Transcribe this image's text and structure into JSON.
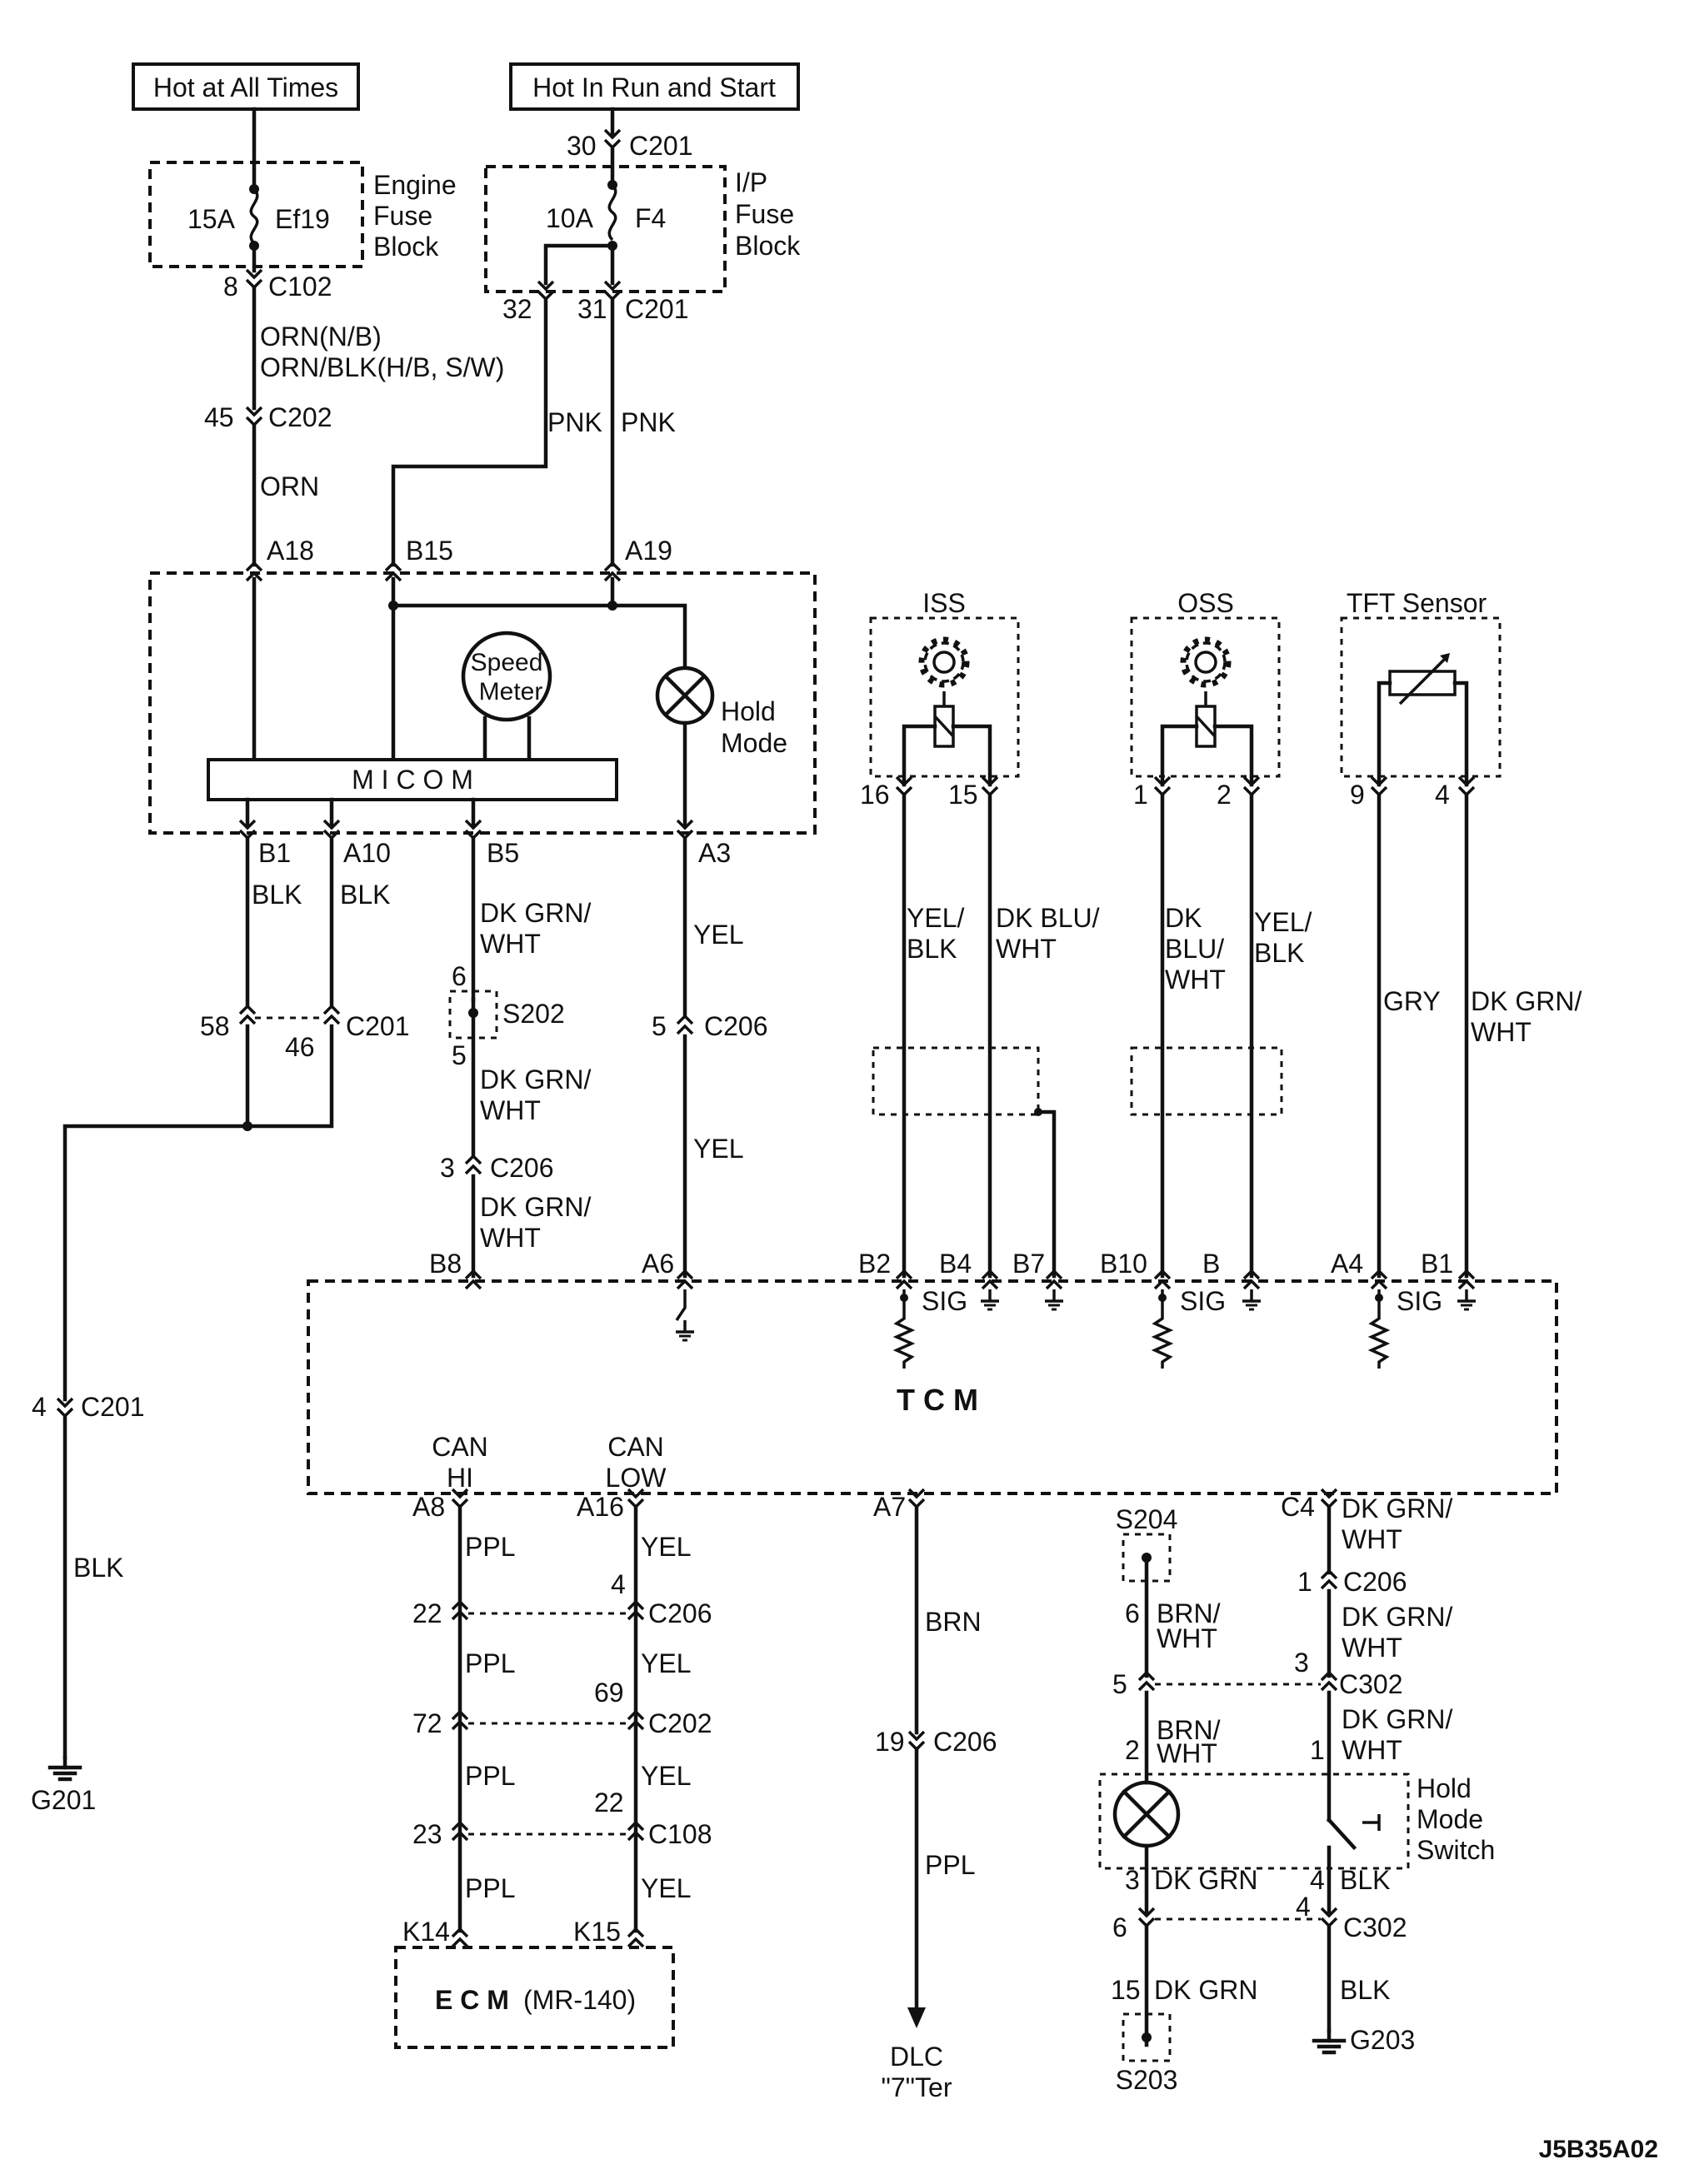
{
  "power": {
    "hot_at_all_times": "Hot at All Times",
    "hot_in_run_and_start": "Hot In Run and Start"
  },
  "fuses": {
    "engine": {
      "amps": "15A",
      "name": "Ef19",
      "block_l1": "Engine",
      "block_l2": "Fuse",
      "block_l3": "Block"
    },
    "ip": {
      "amps": "10A",
      "name": "F4",
      "block_l1": "I/P",
      "block_l2": "Fuse",
      "block_l3": "Block"
    }
  },
  "connectors": {
    "c201_30": "30",
    "c201": "C201",
    "c102_8": "8",
    "c102": "C102",
    "c201_32": "32",
    "c201_31": "31",
    "c202_45": "45",
    "c202": "C202",
    "c201_58": "58",
    "c201_46": "46",
    "c201_4": "4",
    "c206_5": "5",
    "c206": "C206",
    "c206_3": "3",
    "s202_top": "6",
    "s202_bot": "5",
    "c206_4": "4",
    "c206_22": "22",
    "c202_72": "72",
    "c202_69": "69",
    "c108_23": "23",
    "c108_22": "22",
    "c108": "C108",
    "c206_19": "19",
    "c206_1": "1",
    "c302": "C302",
    "c302_5": "5",
    "c302_3": "3",
    "c302_6": "6",
    "c302_4": "4",
    "s204_6": "6",
    "lamp_2": "2",
    "lamp_3": "3",
    "sw_1": "1",
    "sw_4": "4",
    "s203_15": "15"
  },
  "wires": {
    "orn_nb": "ORN(N/B)",
    "orn_blk": "ORN/BLK(H/B, S/W)",
    "orn": "ORN",
    "pnk": "PNK",
    "blk": "BLK",
    "dk_grn_1": "DK GRN/",
    "dk_grn_2": "WHT",
    "yel": "YEL",
    "yel_blk_1": "YEL/",
    "yel_blk_2": "BLK",
    "dk_blu_1": "DK BLU/",
    "dk_blu_2": "WHT",
    "dk_blu3_1": "DK",
    "dk_blu3_2": "BLU/",
    "dk_blu3_3": "WHT",
    "gry": "GRY",
    "ppl": "PPL",
    "brn": "BRN",
    "brn_wht_1": "BRN/",
    "brn_wht_2": "WHT",
    "dk_grn": "DK GRN"
  },
  "cluster": {
    "pin_a18": "A18",
    "pin_b15": "B15",
    "pin_a19": "A19",
    "pin_b1": "B1",
    "pin_a10": "A10",
    "pin_b5": "B5",
    "pin_a3": "A3",
    "micom": "M I C O M",
    "speed_1": "Speed",
    "speed_2": "Meter",
    "hold_1": "Hold",
    "hold_2": "Mode"
  },
  "sensors": {
    "iss": "ISS",
    "oss": "OSS",
    "tft": "TFT Sensor",
    "iss_pin_a": "16",
    "iss_pin_b": "15",
    "oss_pin_a": "1",
    "oss_pin_b": "2",
    "tft_pin_a": "9",
    "tft_pin_b": "4"
  },
  "tcm": {
    "title": "T  C  M",
    "pin_b8": "B8",
    "pin_a6": "A6",
    "pin_b2": "B2",
    "pin_b4": "B4",
    "pin_b7": "B7",
    "pin_b10": "B10",
    "pin_b": "B",
    "pin_a4": "A4",
    "pin_b1": "B1",
    "sig": "SIG",
    "can_hi_1": "CAN",
    "can_hi_2": "HI",
    "can_low_1": "CAN",
    "can_low_2": "LOW",
    "pin_a8": "A8",
    "pin_a16": "A16",
    "pin_a7": "A7",
    "pin_c4": "C4"
  },
  "ecm": {
    "label_bold": "E C M",
    "label_rest": "(MR-140)",
    "pin_k14": "K14",
    "pin_k15": "K15"
  },
  "dlc": {
    "l1": "DLC",
    "l2": "\"7\"Ter"
  },
  "splices": {
    "s202": "S202",
    "s204": "S204",
    "s203": "S203"
  },
  "grounds": {
    "g201": "G201",
    "g203": "G203"
  },
  "switch": {
    "l1": "Hold",
    "l2": "Mode",
    "l3": "Switch"
  },
  "footer": {
    "code": "J5B35A02"
  }
}
